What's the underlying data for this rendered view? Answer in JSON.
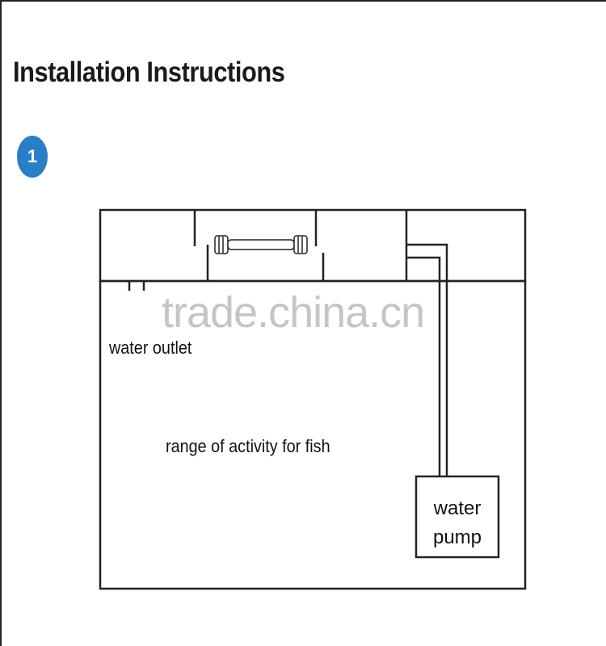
{
  "page": {
    "title": "Installation Instructions",
    "step_number": "1"
  },
  "diagram": {
    "labels": {
      "water_outlet": "water outlet",
      "fish_area": "range of activity for fish",
      "pump_line1": "water",
      "pump_line2": "pump"
    },
    "watermark": "trade.china.cn"
  },
  "colors": {
    "badge": "#2a7ec4",
    "line": "#222222",
    "watermark": "#969696"
  }
}
